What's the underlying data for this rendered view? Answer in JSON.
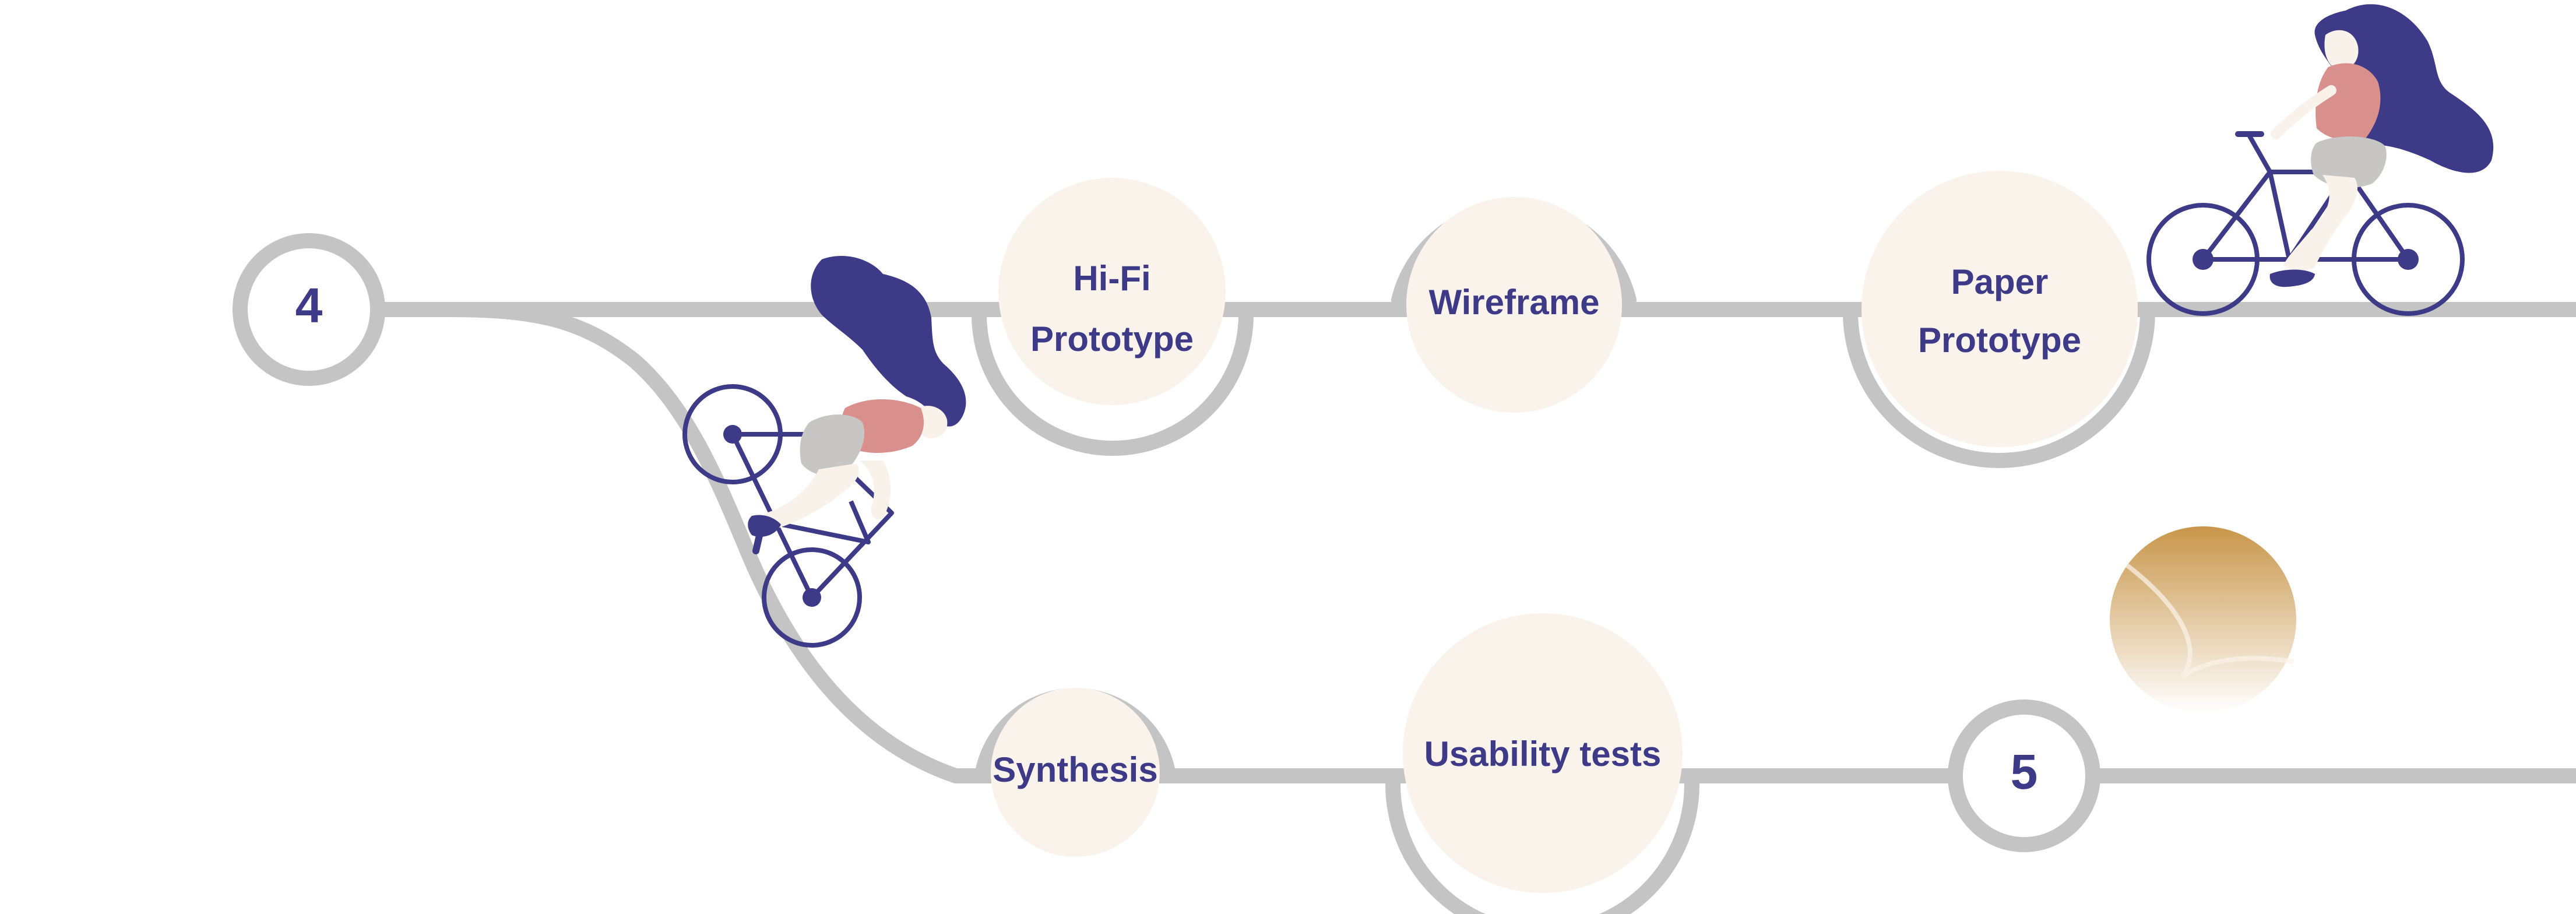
{
  "colors": {
    "path": "#c4c4c4",
    "node_fill": "#f9f3ec",
    "ink": "#3d3a87",
    "hair": "#3d3a87",
    "shirt": "#d98f8b",
    "skin": "#f8f2ea",
    "shorts": "#c8c6c5",
    "sun_top": "#c8964a",
    "sun_bottom": "#fbf4ea"
  },
  "steps": {
    "start": "4",
    "end": "5"
  },
  "stages": {
    "hi_fi": [
      "Hi-Fi",
      "Prototype"
    ],
    "wireframe": [
      "Wireframe"
    ],
    "paper": [
      "Paper",
      "Prototype"
    ],
    "synthesis": [
      "Synthesis"
    ],
    "usability": [
      "Usability tests"
    ]
  },
  "illustrations": {
    "top_rider": "cyclist-riding-right-icon",
    "slope_rider": "cyclist-riding-downhill-icon",
    "sun": "sun-icon"
  }
}
